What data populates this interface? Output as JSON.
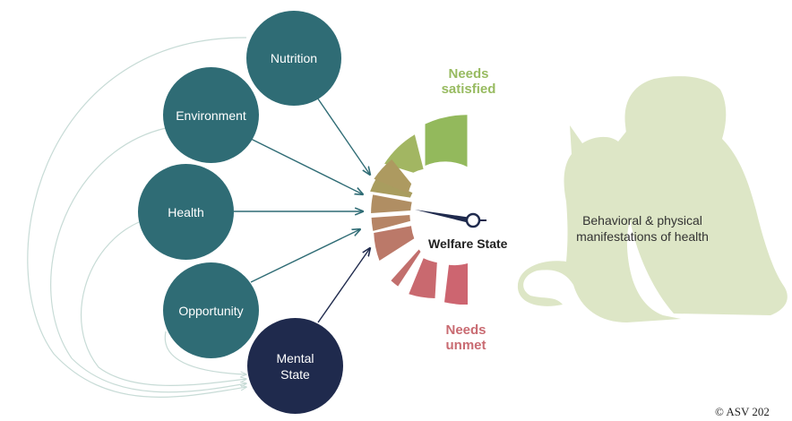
{
  "inputs": {
    "nutrition": "Nutrition",
    "environment": "Environment",
    "health": "Health",
    "opportunity": "Opportunity",
    "mental_state": "Mental State"
  },
  "gauge": {
    "top_label": "Needs satisfied",
    "bottom_label": "Needs unmet",
    "center_label": "Welfare State"
  },
  "outcome": {
    "text": "Behavioral & physical manifestations of health"
  },
  "copyright": "© ASV 202",
  "colors": {
    "teal": "#2f6c75",
    "navy": "#1f2a4d",
    "satisfied_green": "#98bb61",
    "unmet_red": "#c96b72",
    "silhouette": "#dde6c6",
    "feedback_lines": "#c7dbd6"
  }
}
